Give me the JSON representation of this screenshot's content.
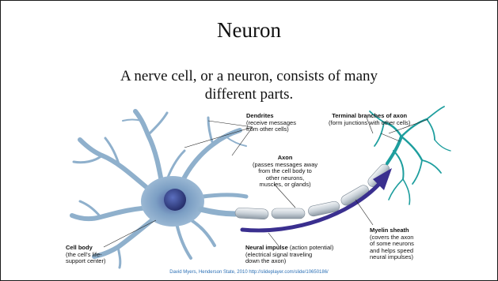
{
  "slide": {
    "title": "Neuron",
    "subtitle_line1": "A nerve cell, or a neuron, consists of many",
    "subtitle_line2": "different parts."
  },
  "labels": {
    "dendrites": {
      "title": "Dendrites",
      "line1": "(receive messages",
      "line2": "from other cells)"
    },
    "terminal": {
      "title": "Terminal branches of axon",
      "line1": "(form junctions with other cells)"
    },
    "axon": {
      "title": "Axon",
      "line1": "(passes messages away",
      "line2": "from the cell body to",
      "line3": "other neurons,",
      "line4": "muscles, or glands)"
    },
    "cell_body": {
      "title": "Cell body",
      "line1": "(the cell's life-",
      "line2": "support center)"
    },
    "neural_impulse": {
      "title": "Neural impulse",
      "title_suffix": " (action potential)",
      "line1": "(electrical signal traveling",
      "line2": "down the axon)"
    },
    "myelin": {
      "title": "Myelin sheath",
      "line1": "(covers the axon",
      "line2": "of some neurons",
      "line3": "and helps speed",
      "line4": "neural impulses)"
    }
  },
  "credit": "David Myers, Henderson State, 2010   http://slideplayer.com/slide/10650186/",
  "colors": {
    "cell_fill": "#7fa7c6",
    "nucleus": "#3b4a86",
    "terminal": "#1e9e9e",
    "impulse_arrow": "#3a2f8f",
    "myelin": "#cfd6dc"
  }
}
